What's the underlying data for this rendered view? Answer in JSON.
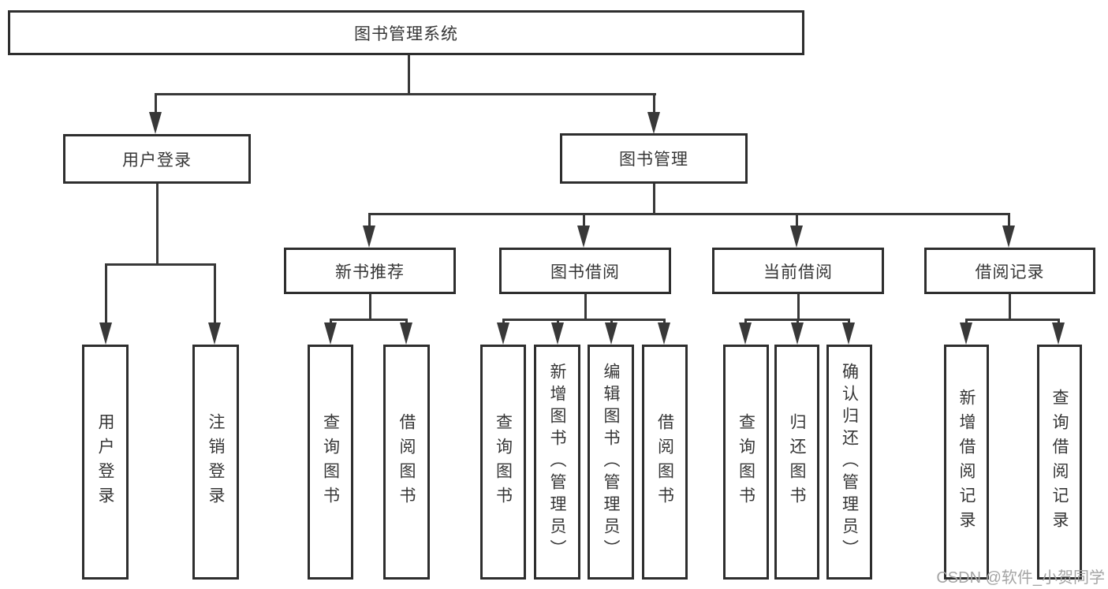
{
  "root": {
    "label": "图书管理系统"
  },
  "user_login": {
    "label": "用户登录",
    "children": {
      "login": "用户登录",
      "logout": "注销登录"
    }
  },
  "book_mgmt": {
    "label": "图书管理"
  },
  "new_book": {
    "label": "新书推荐",
    "children": {
      "query": "查询图书",
      "borrow": "借阅图书"
    }
  },
  "book_borrow": {
    "label": "图书借阅",
    "children": {
      "query": "查询图书",
      "add": "新增图书（管理员）",
      "edit": "编辑图书（管理员）",
      "borrow": "借阅图书"
    }
  },
  "current_borrow": {
    "label": "当前借阅",
    "children": {
      "query": "查询图书",
      "return": "归还图书",
      "confirm": "确认归还（管理员）"
    }
  },
  "borrow_records": {
    "label": "借阅记录",
    "children": {
      "add": "新增借阅记录",
      "query": "查询借阅记录"
    }
  },
  "colors": {
    "line": "#383838",
    "border": "#2e2e2e",
    "text": "#363636",
    "watermark": "#a5a5a5"
  },
  "watermark": "CSDN @软件_小贺同学"
}
